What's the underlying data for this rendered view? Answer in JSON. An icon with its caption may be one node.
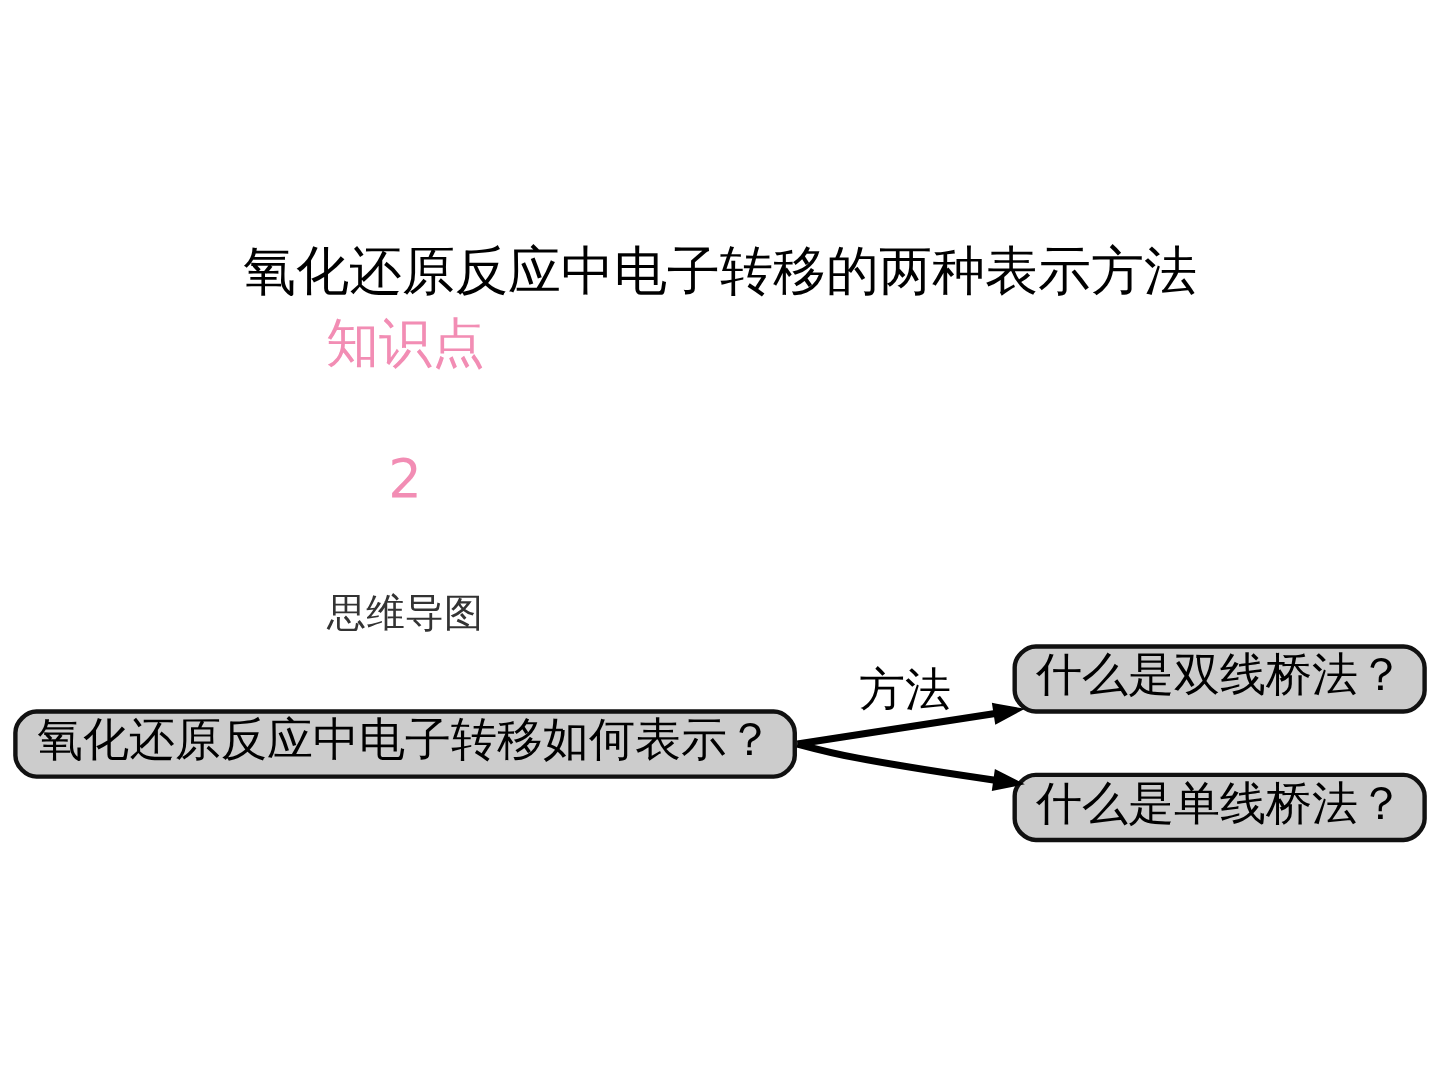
{
  "diagram": {
    "title": "氧化还原反应中电子转移的两种表示方法",
    "nodes": [
      {
        "text": [
          "氧化还原反应中电子转移如何表示？"
        ]
      },
      {
        "text": [
          "什么是双线桥法？"
        ]
      },
      {
        "text": [
          "什么是单线桥法？"
        ]
      }
    ],
    "edges": [
      {
        "from": 0,
        "to": 1,
        "arrow": "to",
        "label": "方法"
      },
      {
        "from": 0,
        "to": 2,
        "arrow": "to"
      }
    ],
    "labels": [
      "知识点",
      "2",
      "思维导图"
    ]
  }
}
